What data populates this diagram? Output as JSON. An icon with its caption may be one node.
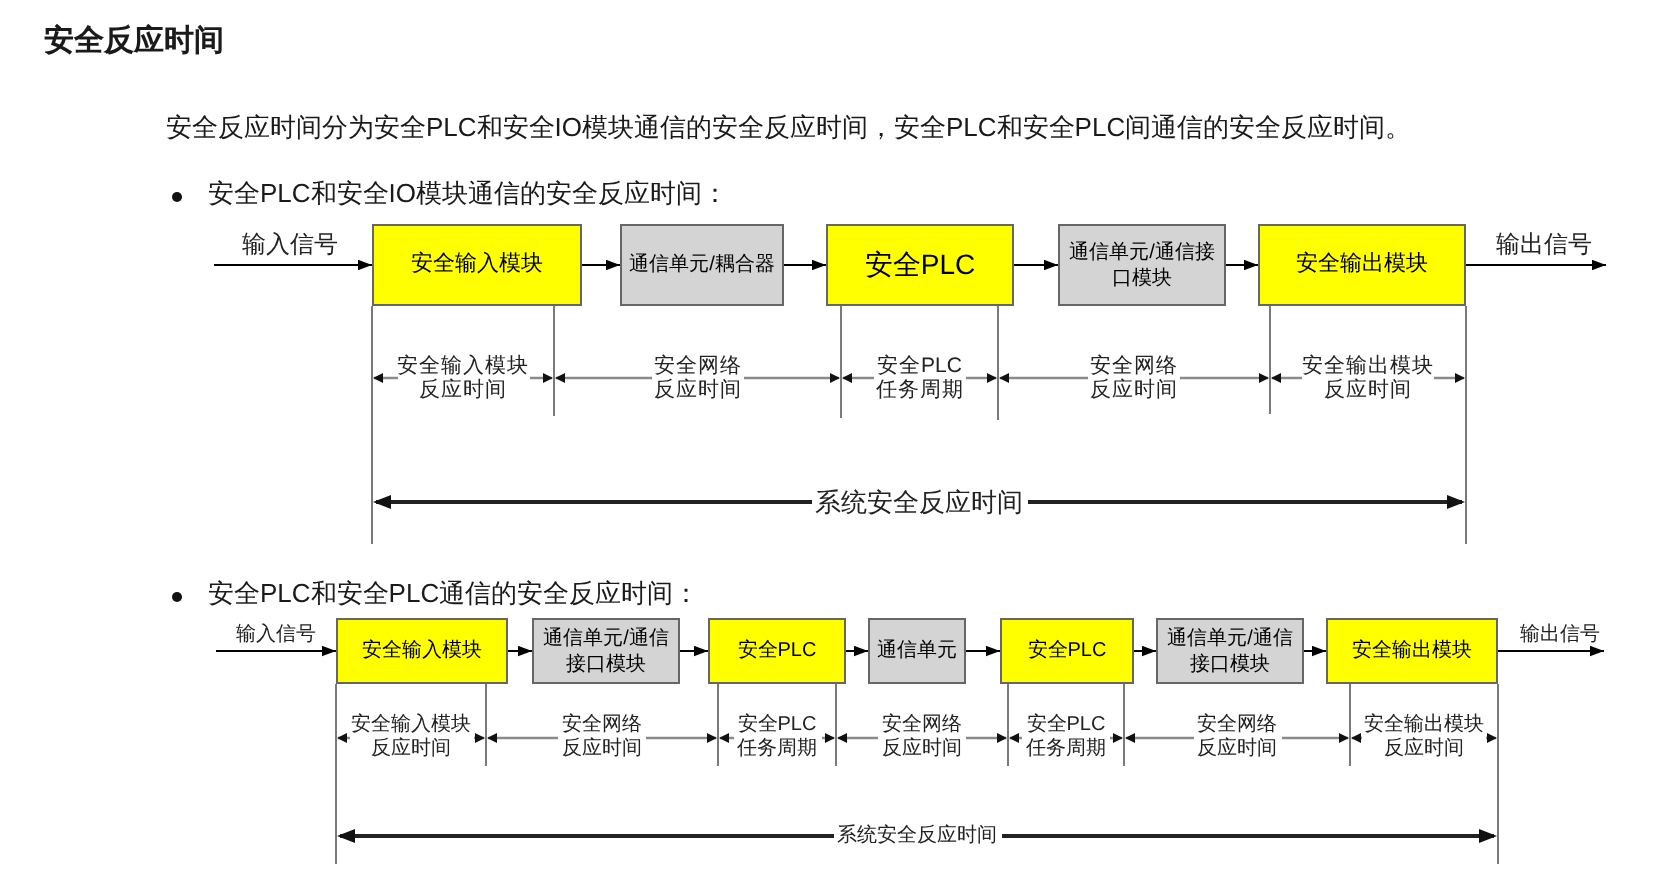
{
  "diagram": {
    "title": "安全反应时间",
    "nodes": [
      {
        "text": [
          "安全输入模块"
        ]
      },
      {
        "text": [
          "通信单元/耦合器"
        ]
      },
      {
        "text": [
          "安全PLC"
        ]
      },
      {
        "text": [
          "通信单元/通信接口模块"
        ]
      },
      {
        "text": [
          "安全输出模块"
        ]
      },
      {
        "text": [
          "安全输入模块"
        ]
      },
      {
        "text": [
          "通信单元/通信接口模块"
        ]
      },
      {
        "text": [
          "安全PLC"
        ]
      },
      {
        "text": [
          "通信单元"
        ]
      },
      {
        "text": [
          "安全PLC"
        ]
      },
      {
        "text": [
          "通信单元/通信接口模块"
        ]
      },
      {
        "text": [
          "安全输出模块"
        ]
      }
    ],
    "edges": [
      {
        "from": null,
        "to": 0,
        "arrow": "to",
        "label": "输入信号"
      },
      {
        "from": 0,
        "to": 1,
        "arrow": "to"
      },
      {
        "from": 1,
        "to": 2,
        "arrow": "to"
      },
      {
        "from": 2,
        "to": 3,
        "arrow": "to"
      },
      {
        "from": 3,
        "to": 4,
        "arrow": "to"
      },
      {
        "from": 4,
        "to": null,
        "arrow": "to",
        "label": "输出信号"
      },
      {
        "from": null,
        "to": 5,
        "arrow": "to",
        "label": "输入信号"
      },
      {
        "from": 5,
        "to": 6,
        "arrow": "to"
      },
      {
        "from": 6,
        "to": 7,
        "arrow": "to"
      },
      {
        "from": 7,
        "to": 8,
        "arrow": "to"
      },
      {
        "from": 8,
        "to": 9,
        "arrow": "to"
      },
      {
        "from": 9,
        "to": 10,
        "arrow": "to"
      },
      {
        "from": 10,
        "to": 11,
        "arrow": "to"
      },
      {
        "from": 11,
        "to": null,
        "arrow": "to",
        "label": "输出信号"
      }
    ],
    "labels": [
      "安全反应时间分为安全PLC和安全IO模块通信的安全反应时间，安全PLC和安全PLC间通信的安全反应时间。",
      "安全PLC和安全IO模块通信的安全反应时间：",
      "安全输入模块反应时间",
      "安全网络反应时间",
      "安全PLC任务周期",
      "安全网络反应时间",
      "安全输出模块反应时间",
      "系统安全反应时间",
      "安全PLC和安全PLC通信的安全反应时间：",
      "安全输入模块反应时间",
      "安全网络反应时间",
      "安全PLC任务周期",
      "安全网络反应时间",
      "安全PLC任务周期",
      "安全网络反应时间",
      "安全输出模块反应时间",
      "系统安全反应时间"
    ]
  }
}
